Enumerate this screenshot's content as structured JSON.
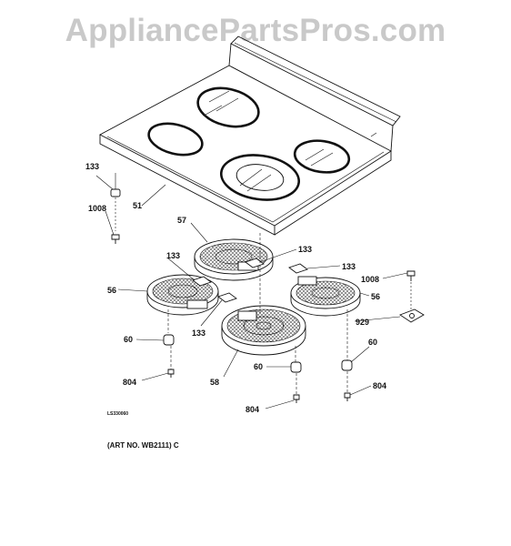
{
  "watermark": "AppliancePartsPros.com",
  "diagram_code": "LS330060",
  "art_number": "(ART NO. WB2111) C",
  "callouts": {
    "c133_left": "133",
    "c1008_left": "1008",
    "c51": "51",
    "c57": "57",
    "c133_top": "133",
    "c133_mid": "133",
    "c133_leftmid": "133",
    "c56_left": "56",
    "c1008_right": "1008",
    "c56_right": "56",
    "c929": "929",
    "c133_bottom": "133",
    "c60_left": "60",
    "c60_right": "60",
    "c60_center": "60",
    "c804_left": "804",
    "c58": "58",
    "c804_right": "804",
    "c804_center": "804"
  }
}
